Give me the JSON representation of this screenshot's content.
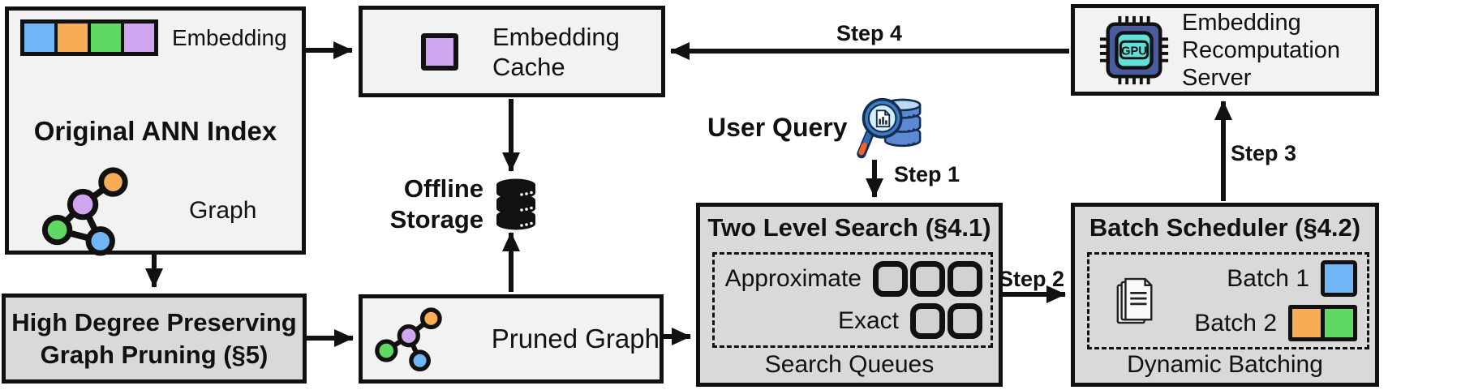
{
  "diagram": {
    "boxes": {
      "original_ann_index": {
        "embedding_label": "Embedding",
        "title": "Original ANN Index",
        "graph_label": "Graph"
      },
      "embedding_cache": {
        "lines": [
          "Embedding",
          "Cache"
        ]
      },
      "offline_storage": {
        "lines": [
          "Offline",
          "Storage"
        ]
      },
      "user_query": {
        "label": "User Query"
      },
      "high_degree_pruning": {
        "lines": [
          "High Degree Preserving",
          "Graph Pruning (§5)"
        ]
      },
      "pruned_graph": {
        "label": "Pruned Graph"
      },
      "two_level_search": {
        "title": "Two Level Search (§4.1)",
        "approximate_label": "Approximate",
        "exact_label": "Exact",
        "approximate_queue_count": 3,
        "exact_queue_count": 2,
        "footer": "Search Queues"
      },
      "batch_scheduler": {
        "title": "Batch Scheduler (§4.2)",
        "batch1_label": "Batch 1",
        "batch2_label": "Batch 2",
        "footer": "Dynamic Batching"
      },
      "embedding_recomputation_server": {
        "lines": [
          "Embedding",
          "Recomputation",
          "Server"
        ],
        "gpu_chip_label": "GPU"
      }
    },
    "steps": {
      "step1": "Step 1",
      "step2": "Step 2",
      "step3": "Step 3",
      "step4": "Step 4"
    },
    "icons": {
      "embedding_strip": "embedding-vector-strip-icon",
      "graph": "ann-graph-nodes-icon",
      "pruned_graph": "pruned-graph-nodes-icon",
      "offline_storage": "database-stack-icon",
      "user_query": "magnifier-over-database-icon",
      "cached_embedding": "purple-embedding-square-icon",
      "gpu": "gpu-chip-icon",
      "documents": "document-stack-icon",
      "search_queue": "rounded-queue-slot-icon"
    },
    "colors": {
      "node_blue": "#70b5f5",
      "node_orange": "#f7ad55",
      "node_green": "#5fd964",
      "node_purple": "#cfa6ef",
      "box_light": "#f2f2f2",
      "box_dark": "#d9d9d9",
      "outline": "#111111",
      "gpu_body": "#4a5c9e",
      "gpu_screen": "#5fe0d8",
      "magnifier_blue": "#3b7cc4",
      "handle_tip_orange": "#f2612d"
    }
  }
}
